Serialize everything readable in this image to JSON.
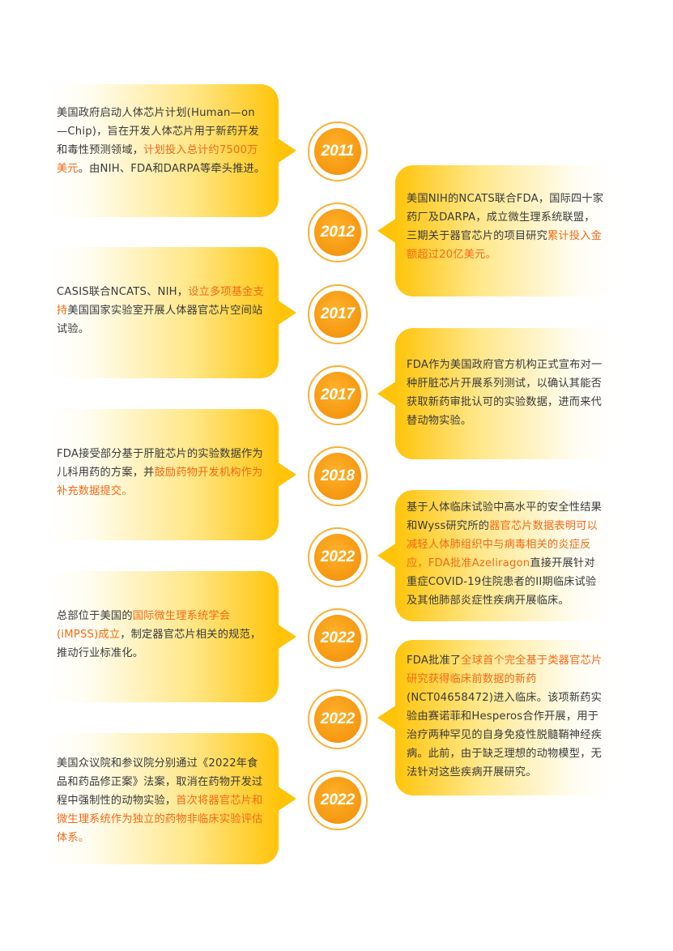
{
  "events": [
    {
      "year": "2011",
      "side": "left",
      "segments": [
        {
          "t": "美国政府启动人体芯片计划(Human—on—Chip)，旨在开发人体芯片用于新药开发和毒性预测领域，",
          "hl": false
        },
        {
          "t": "计划投入总计约7500万美元",
          "hl": true
        },
        {
          "t": "。由NIH、FDA和DARPA等牵头推进。",
          "hl": false
        }
      ]
    },
    {
      "year": "2012",
      "side": "right",
      "segments": [
        {
          "t": "美国NIH的NCATS联合FDA，国际四十家药厂及DARPA，成立微生理系统联盟，三期关于器官芯片的项目研究",
          "hl": false
        },
        {
          "t": "累计投入金额超过20亿美元。",
          "hl": true
        }
      ]
    },
    {
      "year": "2017",
      "side": "left",
      "segments": [
        {
          "t": "CASIS联合NCATS、NIH，",
          "hl": false
        },
        {
          "t": "设立多项基金支持",
          "hl": true
        },
        {
          "t": "美国国家实验室开展人体器官芯片空间站试验。",
          "hl": false
        }
      ]
    },
    {
      "year": "2017",
      "side": "right",
      "segments": [
        {
          "t": "FDA作为美国政府官方机构正式宣布对一种肝脏芯片开展系列测试，以确认其能否获取新药审批认可的实验数据，进而来代替动物实验。",
          "hl": false
        }
      ]
    },
    {
      "year": "2018",
      "side": "left",
      "segments": [
        {
          "t": "FDA接受部分基于肝脏芯片的实验数据作为儿科用药的方案，并",
          "hl": false
        },
        {
          "t": "鼓励药物开发机构作为补充数据提交。",
          "hl": true
        }
      ]
    },
    {
      "year": "2022",
      "side": "right",
      "segments": [
        {
          "t": "基于人体临床试验中高水平的安全性结果和Wyss研究所的",
          "hl": false
        },
        {
          "t": "器官芯片数据表明可以减轻人体肺组织中与病毒相关的炎症反应，FDA批准Azeliragon",
          "hl": true
        },
        {
          "t": "直接开展针对重症COVID-19住院患者的II期临床试验及其他肺部炎症性疾病开展临床。",
          "hl": false
        }
      ]
    },
    {
      "year": "2022",
      "side": "left",
      "segments": [
        {
          "t": "总部位于美国的",
          "hl": false
        },
        {
          "t": "国际微生理系统学会(iMPSS)成立",
          "hl": true
        },
        {
          "t": "，制定器官芯片相关的规范，推动行业标准化。",
          "hl": false
        }
      ]
    },
    {
      "year": "2022",
      "side": "right",
      "segments": [
        {
          "t": "FDA批准了",
          "hl": false
        },
        {
          "t": "全球首个完全基于类器官芯片研究获得临床前数据的新药",
          "hl": true
        },
        {
          "t": "(NCT04658472)进入临床。该项新药实验由赛诺菲和Hesperos合作开展，用于治疗两种罕见的自身免疫性脱髓鞘神经疾病。此前，由于缺乏理想的动物模型，无法针对这些疾病开展研究。",
          "hl": false
        }
      ]
    },
    {
      "year": "2022",
      "side": "left",
      "segments": [
        {
          "t": "美国众议院和参议院分别通过《2022年食品和药品修正案》法案，取消在药物开发过程中强制性的动物实验，",
          "hl": false
        },
        {
          "t": "首次将器官芯片和微生理系统作为独立的药物非临床实验评估体系。",
          "hl": true
        }
      ]
    }
  ]
}
